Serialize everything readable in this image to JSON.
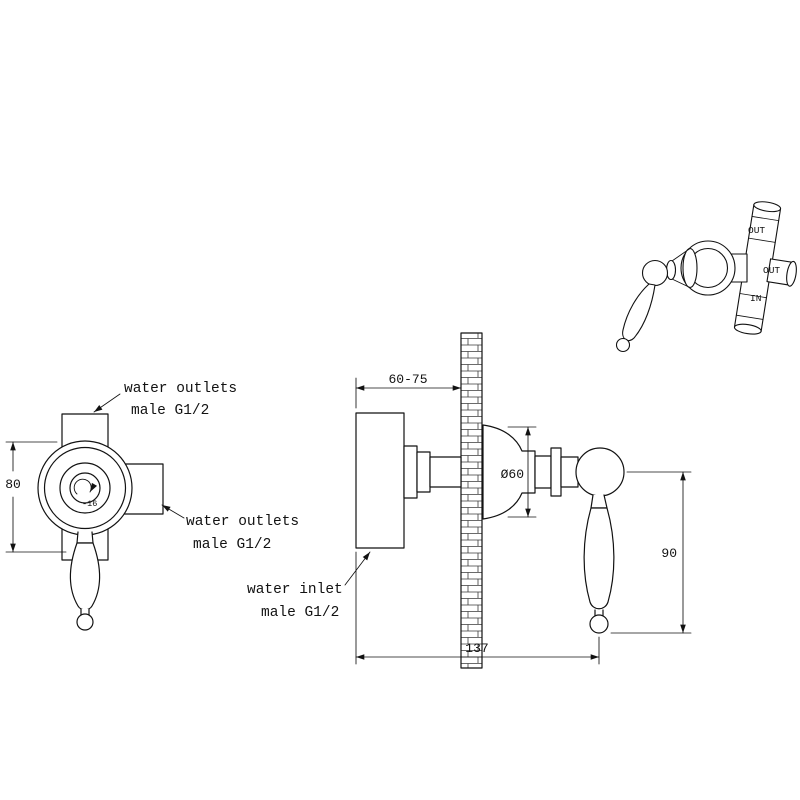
{
  "front_view": {
    "outlet_top_label": [
      "water outlets",
      "male G1/2"
    ],
    "outlet_right_label": [
      "water outlets",
      "male G1/2"
    ],
    "dim_height": "80",
    "hub_note": "-16"
  },
  "side_view": {
    "inlet_label": [
      "water inlet",
      "male G1/2"
    ],
    "dim_depth_range": "60-75",
    "dim_escutcheon_diameter": "Ø60",
    "dim_handle_length": "90",
    "dim_total_depth": "137"
  },
  "perspective_view": {
    "port_top": "OUT",
    "port_side": "OUT",
    "port_bottom": "IN"
  },
  "colors": {
    "line": "#121212",
    "background": "#ffffff",
    "wall_hatch": "#3a3a3a"
  }
}
